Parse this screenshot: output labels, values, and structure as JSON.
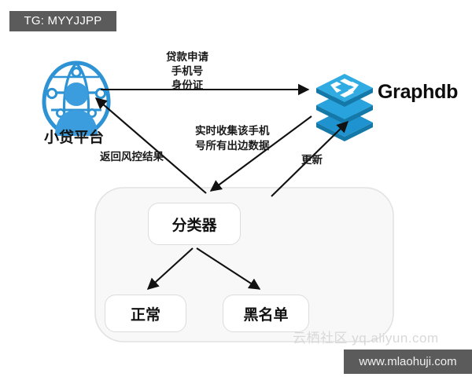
{
  "badges": {
    "tg": "TG: MYYJJPP",
    "site": "www.mlaohuji.com",
    "watermark": "云栖社区 yq.aliyun.com"
  },
  "nodes": {
    "platform": {
      "label": "小贷平台",
      "icon": "network-person-icon",
      "color": "#2d93d4"
    },
    "graphdb": {
      "label": "Graphdb",
      "icon": "stacked-database-icon",
      "color": "#1f93cf"
    },
    "classifier": {
      "label": "分类器"
    },
    "normal": {
      "label": "正常"
    },
    "blacklist": {
      "label": "黑名单"
    }
  },
  "edges": {
    "request": {
      "lines": [
        "贷款申请",
        "手机号",
        "身份证"
      ],
      "text": "贷款申请 手机号 身份证",
      "from": "platform",
      "to": "graphdb"
    },
    "collect": {
      "lines": [
        "实时收集该手机",
        "号所有出边数据"
      ],
      "text": "实时收集该手机号所有出边数据",
      "from": "graphdb",
      "to": "classifier"
    },
    "return": {
      "text": "返回风控结果",
      "from": "classifier",
      "to": "platform"
    },
    "update": {
      "text": "更新",
      "from": "classifier",
      "to": "graphdb"
    }
  },
  "colors": {
    "accent_blue": "#1f93cf",
    "badge_gray": "#5b5b5b",
    "box_border": "#dcdcdc",
    "container_fill": "#f7f7f7",
    "arrow": "#111111"
  }
}
